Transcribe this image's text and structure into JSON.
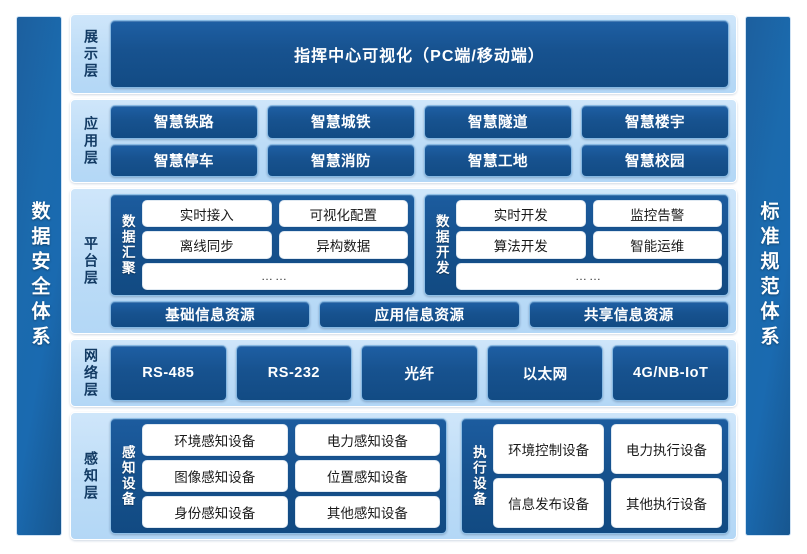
{
  "left_pillar": {
    "label": "数据安全体系"
  },
  "right_pillar": {
    "label": "标准规范体系"
  },
  "layers": {
    "presentation": {
      "label": "展示层",
      "banner": "指挥中心可视化（PC端/移动端）"
    },
    "application": {
      "label": "应用层",
      "items": [
        "智慧铁路",
        "智慧城铁",
        "智慧隧道",
        "智慧楼宇",
        "智慧停车",
        "智慧消防",
        "智慧工地",
        "智慧校园"
      ]
    },
    "platform": {
      "label": "平台层",
      "groups": [
        {
          "label": "数据汇聚",
          "cells": [
            "实时接入",
            "可视化配置",
            "离线同步",
            "异构数据"
          ],
          "more": "……"
        },
        {
          "label": "数据开发",
          "cells": [
            "实时开发",
            "监控告警",
            "算法开发",
            "智能运维"
          ],
          "more": "……"
        }
      ],
      "resources": [
        "基础信息资源",
        "应用信息资源",
        "共享信息资源"
      ]
    },
    "network": {
      "label": "网络层",
      "items": [
        "RS-485",
        "RS-232",
        "光纤",
        "以太网",
        "4G/NB-IoT"
      ]
    },
    "perception": {
      "label": "感知层",
      "groups": [
        {
          "label": "感知设备",
          "cells": [
            "环境感知设备",
            "电力感知设备",
            "图像感知设备",
            "位置感知设备",
            "身份感知设备",
            "其他感知设备"
          ]
        },
        {
          "label": "执行设备",
          "cells": [
            "环境控制设备",
            "电力执行设备",
            "信息发布设备",
            "其他执行设备"
          ]
        }
      ]
    }
  },
  "colors": {
    "pill_dark": "#17528f",
    "layer_bg": "#bcdcf7",
    "pillar_blue": "#1b6aad",
    "cell_white": "#ffffff",
    "label_text": "#123a63"
  }
}
